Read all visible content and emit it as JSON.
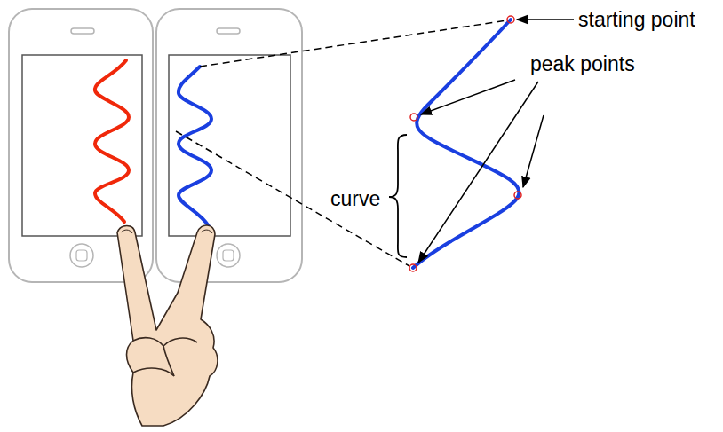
{
  "diagram": {
    "labels": [
      "starting point",
      "peak points",
      "curve"
    ]
  }
}
